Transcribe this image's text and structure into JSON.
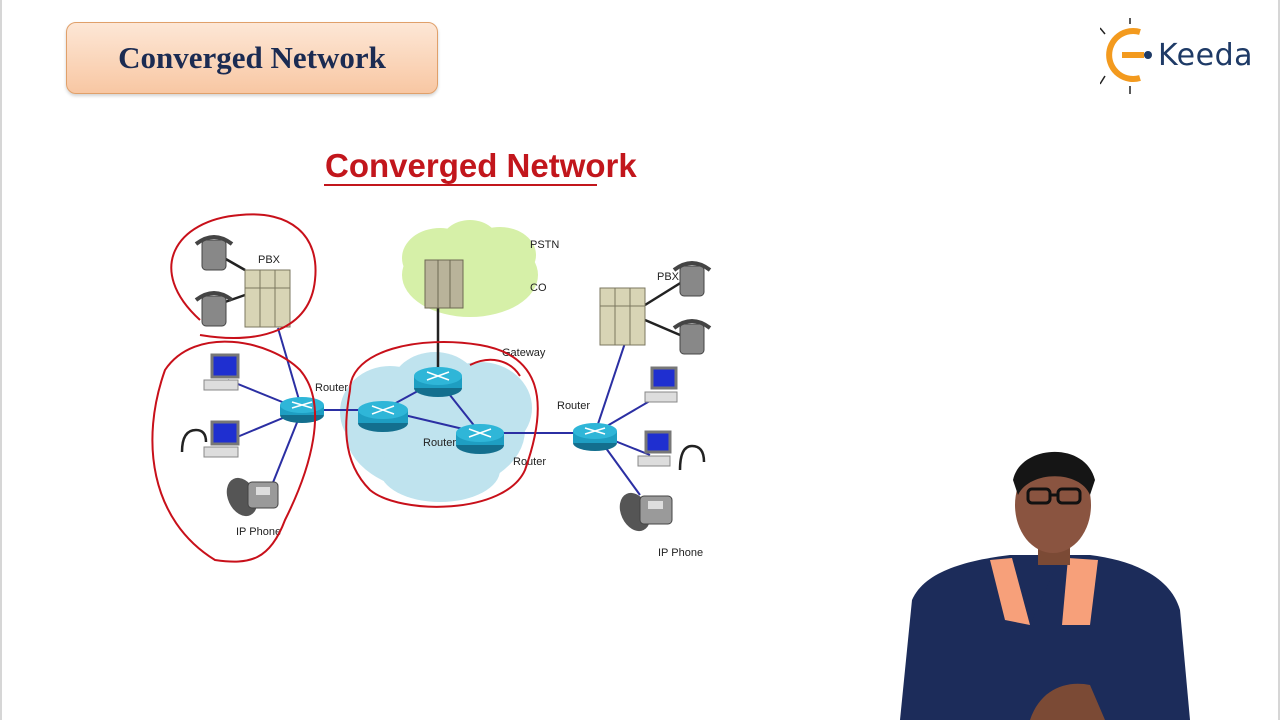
{
  "slide": {
    "title": "Converged Network"
  },
  "logo": {
    "text": "Keeda",
    "icon": "ekeeda-logo-icon"
  },
  "diagram": {
    "heading": "Converged Network",
    "labels": {
      "pbx_left": "PBX",
      "pstn": "PSTN",
      "co": "CO",
      "pbx_right": "PBX",
      "gateway": "Gateway",
      "router_left": "Router",
      "router_right": "Router",
      "router_cloud": "Router",
      "router_cloud_right": "Router",
      "ip_phone_left": "IP Phone",
      "ip_phone_right": "IP Phone"
    }
  },
  "colors": {
    "title_text": "#1b2b52",
    "title_bg": "#f8c7a3",
    "heading_red": "#c2161c",
    "annotation_red": "#c8101a",
    "link_blue": "#2b2fa3",
    "cloud_blue": "#bfe3ee",
    "cloud_green": "#d6f0a8",
    "router_teal": "#1e9ec2"
  }
}
